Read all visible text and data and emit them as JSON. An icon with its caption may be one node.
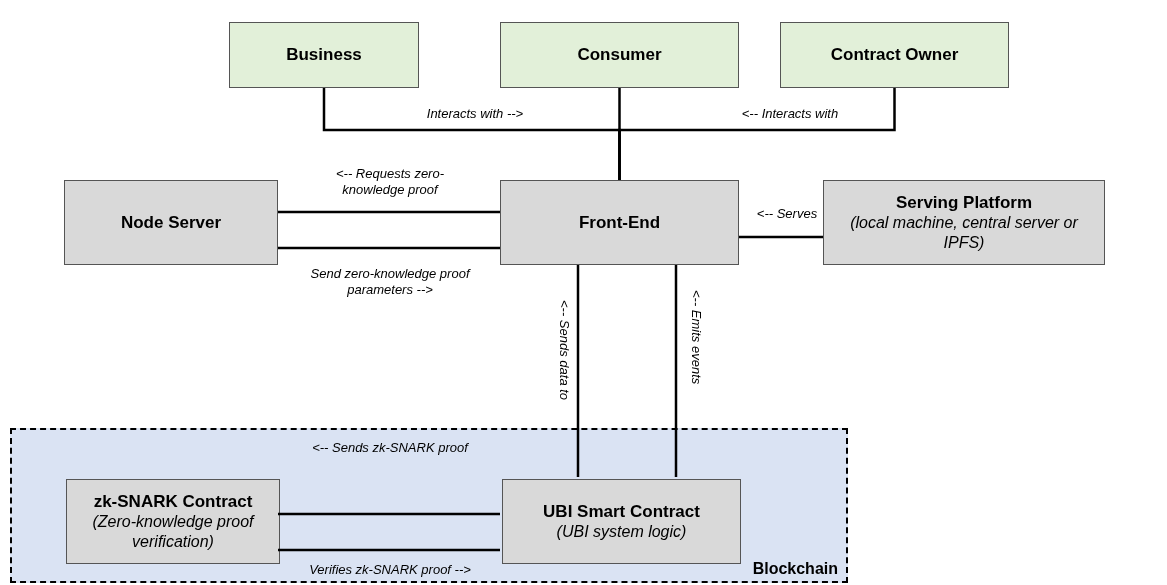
{
  "diagram": {
    "nodes": [
      {
        "text": [
          "Business"
        ]
      },
      {
        "text": [
          "Consumer"
        ]
      },
      {
        "text": [
          "Contract Owner"
        ]
      },
      {
        "text": [
          "Node Server"
        ]
      },
      {
        "text": [
          "Front-End"
        ]
      },
      {
        "text": [
          "Serving Platform",
          "(local machine, central server or IPFS)"
        ]
      },
      {
        "text": [
          "Blockchain"
        ]
      },
      {
        "text": [
          "zk-SNARK Contract",
          "(Zero-knowledge proof verification)"
        ],
        "in": 6
      },
      {
        "text": [
          "UBI Smart Contract",
          "(UBI system logic)"
        ],
        "in": 6
      }
    ],
    "edges": [
      {
        "from": 0,
        "to": 4,
        "arrow": "none",
        "label": "Interacts with -->"
      },
      {
        "from": 1,
        "to": 4,
        "arrow": "none"
      },
      {
        "from": 2,
        "to": 4,
        "arrow": "none",
        "label": "<-- Interacts with"
      },
      {
        "from": 3,
        "to": 4,
        "arrow": "none",
        "label": "<-- Requests zero-knowledge proof"
      },
      {
        "from": 3,
        "to": 4,
        "arrow": "none",
        "label": "Send zero-knowledge proof parameters -->"
      },
      {
        "from": 4,
        "to": 5,
        "arrow": "none",
        "label": "<-- Serves"
      },
      {
        "from": 4,
        "to": 8,
        "arrow": "none",
        "label": "<-- Sends data to"
      },
      {
        "from": 4,
        "to": 8,
        "arrow": "none",
        "label": "<-- Emits events"
      },
      {
        "from": 7,
        "to": 8,
        "arrow": "none",
        "label": "<-- Sends zk-SNARK proof"
      },
      {
        "from": 7,
        "to": 8,
        "arrow": "none",
        "label": "Verifies zk-SNARK proof -->"
      }
    ]
  }
}
